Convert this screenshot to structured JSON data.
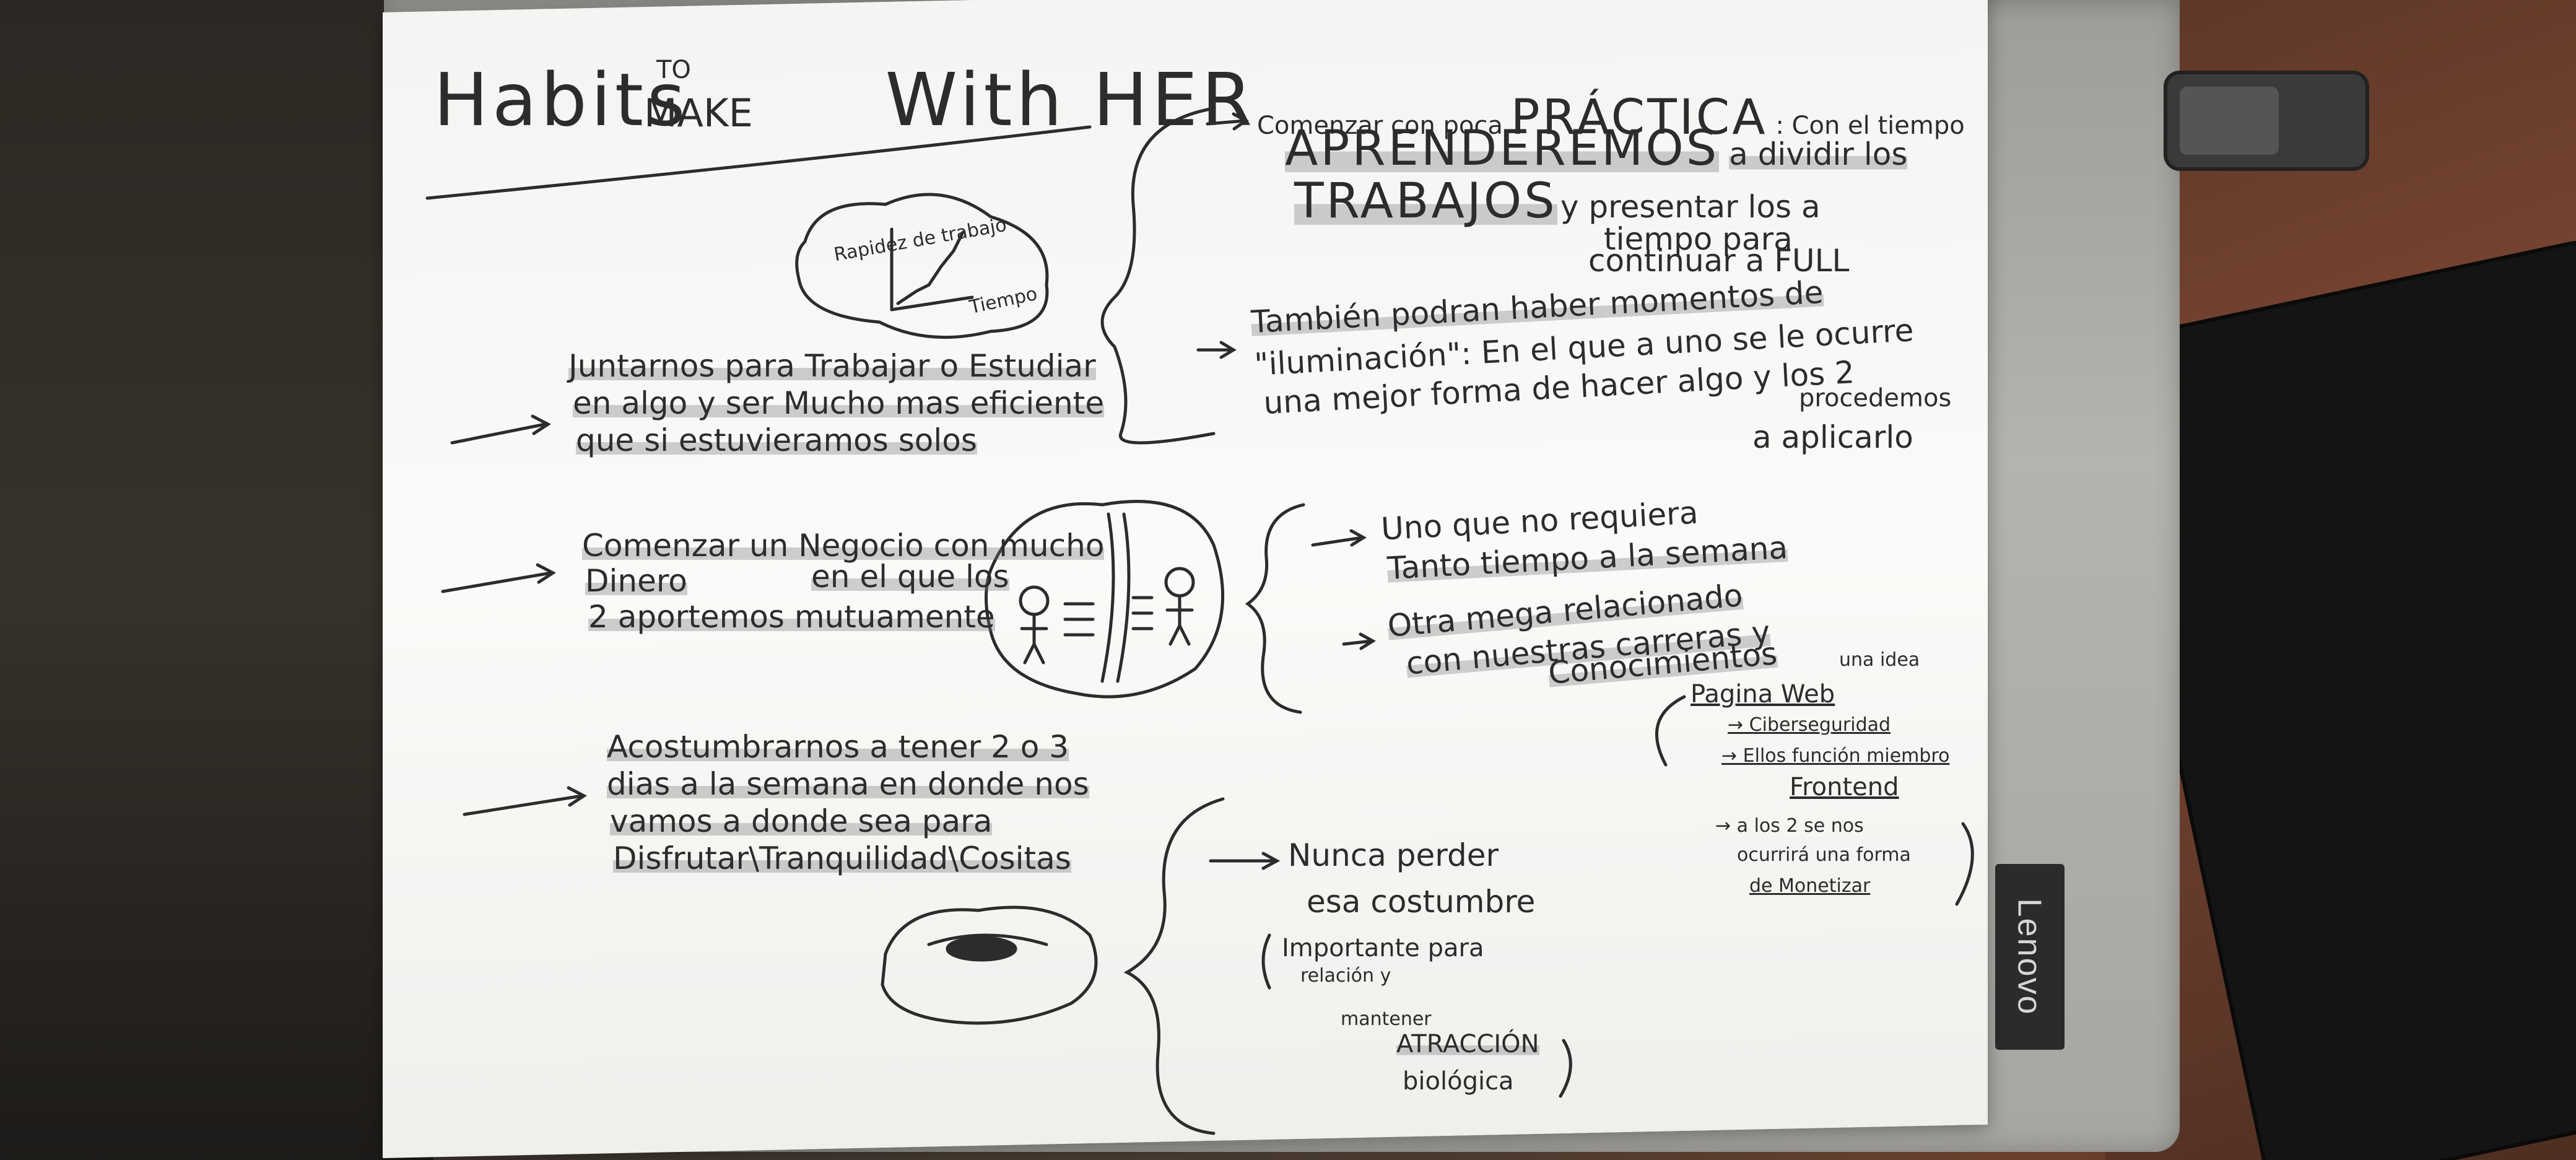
{
  "note": {
    "title": {
      "habits": "Habits",
      "to": "TO",
      "make": "MAKE",
      "with_her": "With HER"
    },
    "left_items": [
      {
        "lines": [
          "Juntarnos para Trabajar o Estudiar",
          "en algo y ser Mucho mas eficiente",
          "que si estuvieramos solos"
        ]
      },
      {
        "lines": [
          "Comenzar un Negocio con mucho",
          "Dinero",
          "en el que los",
          "2 aportemos mutuamente"
        ]
      },
      {
        "lines": [
          "Acostumbrarnos a tener 2 o 3",
          "dias a la semana en donde nos",
          "vamos a donde sea para",
          "Disfrutar\\Tranquilidad\\Cositas"
        ]
      }
    ],
    "sketch_graph": {
      "y_label": "Rapidez de trabajo",
      "x_label": "Tiempo"
    },
    "right_top": {
      "line1": "Comenzar con poca",
      "practica": "PRÁCTICA",
      "line1_end": ": Con el tiempo",
      "aprenderemos": "APRENDEREMOS",
      "line2_end": "a dividir los",
      "trabajos": "TRABAJOS",
      "line3_end": "y presentar los a",
      "line4": "tiempo para",
      "line5": "continuar a FULL"
    },
    "right_mid": {
      "line1": "También podran haber momentos de",
      "line2": "\"iluminación\": En el que a uno se le ocurre",
      "line3": "una mejor forma de hacer algo y los 2",
      "line4": "procedemos",
      "line5": "a aplicarlo"
    },
    "business_options": {
      "option1_line1": "Uno que no requiera",
      "option1_line2": "Tanto tiempo a la semana",
      "option2_line1": "Otra mega relacionado",
      "option2_line2": "con nuestras carreras y",
      "option2_line3": "Conocimientos"
    },
    "web_idea": {
      "pagina_web": "Pagina Web",
      "una_idea": "una idea",
      "line1": "→ Ciberseguridad",
      "line2": "→ Ellos función miembro",
      "line3": "Frontend",
      "line4": "→ a los 2 se nos",
      "line5": "ocurrirá una forma",
      "line6": "de Monetizar"
    },
    "bottom_right": {
      "line1": "Nunca perder",
      "line2": "esa costumbre",
      "line3": "Importante para",
      "line4": "relación y",
      "line5": "mantener",
      "line6": "ATRACCIÓN",
      "line7": "biológica"
    }
  },
  "laptop": {
    "brand": "Lenovo"
  }
}
